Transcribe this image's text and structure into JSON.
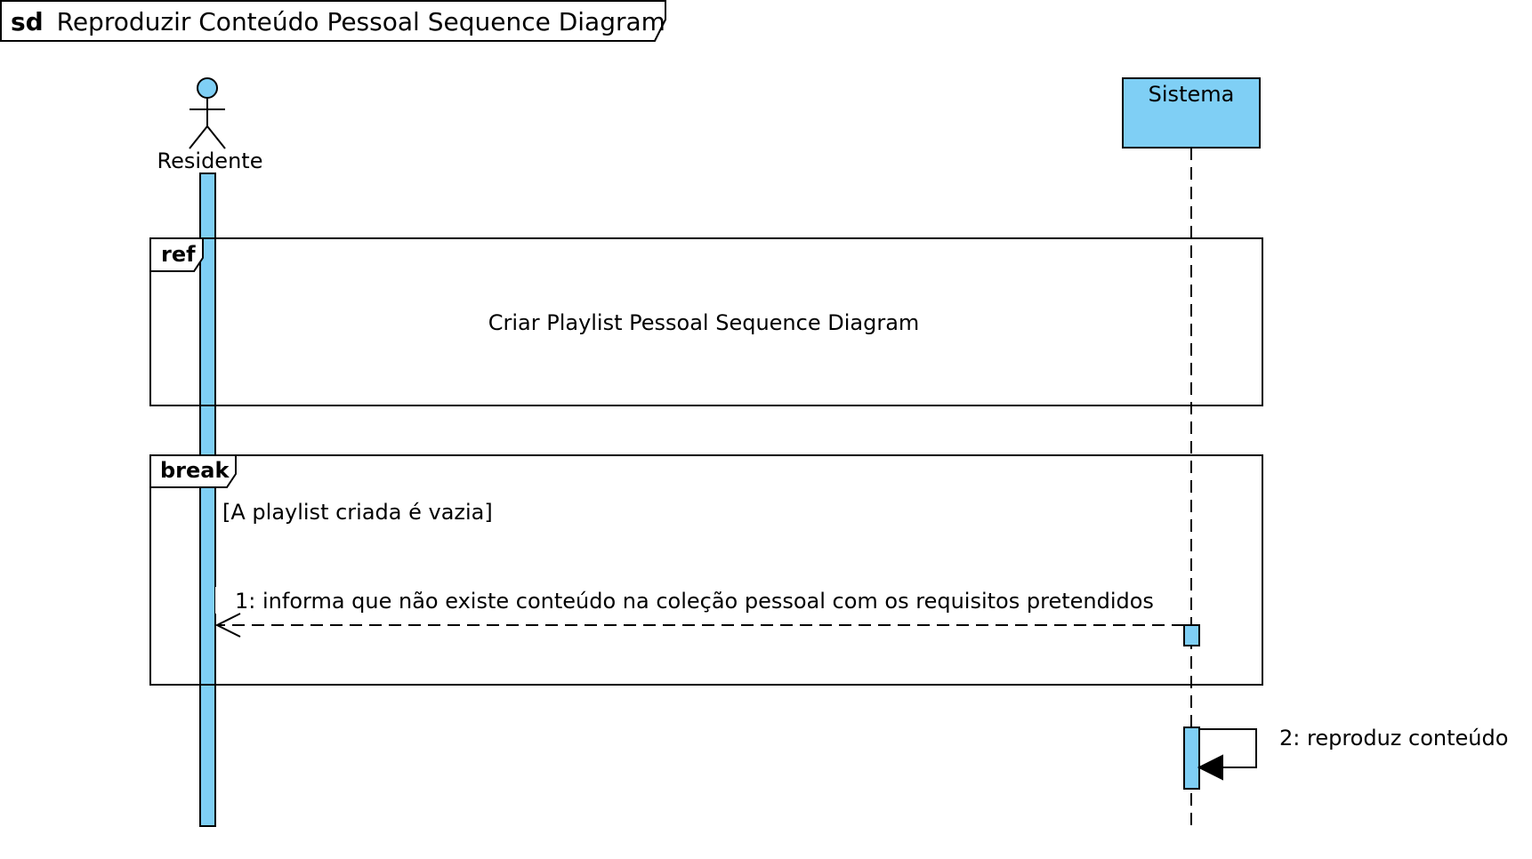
{
  "frame": {
    "keyword": "sd",
    "title": "Reproduzir Conteúdo Pessoal Sequence Diagram"
  },
  "participants": {
    "actor": {
      "name": "Residente"
    },
    "system": {
      "name": "Sistema"
    }
  },
  "fragments": {
    "ref": {
      "keyword": "ref",
      "text": "Criar Playlist Pessoal Sequence Diagram"
    },
    "break": {
      "keyword": "break",
      "guard": "[A playlist criada é vazia]"
    }
  },
  "messages": [
    {
      "label": "1: informa que não existe conteúdo na coleção pessoal com os requisitos pretendidos",
      "type": "return"
    },
    {
      "label": "2: reproduz conteúdo",
      "type": "self"
    }
  ],
  "colors": {
    "fill": "#7fcff5",
    "stroke": "#000000",
    "background": "#ffffff"
  }
}
